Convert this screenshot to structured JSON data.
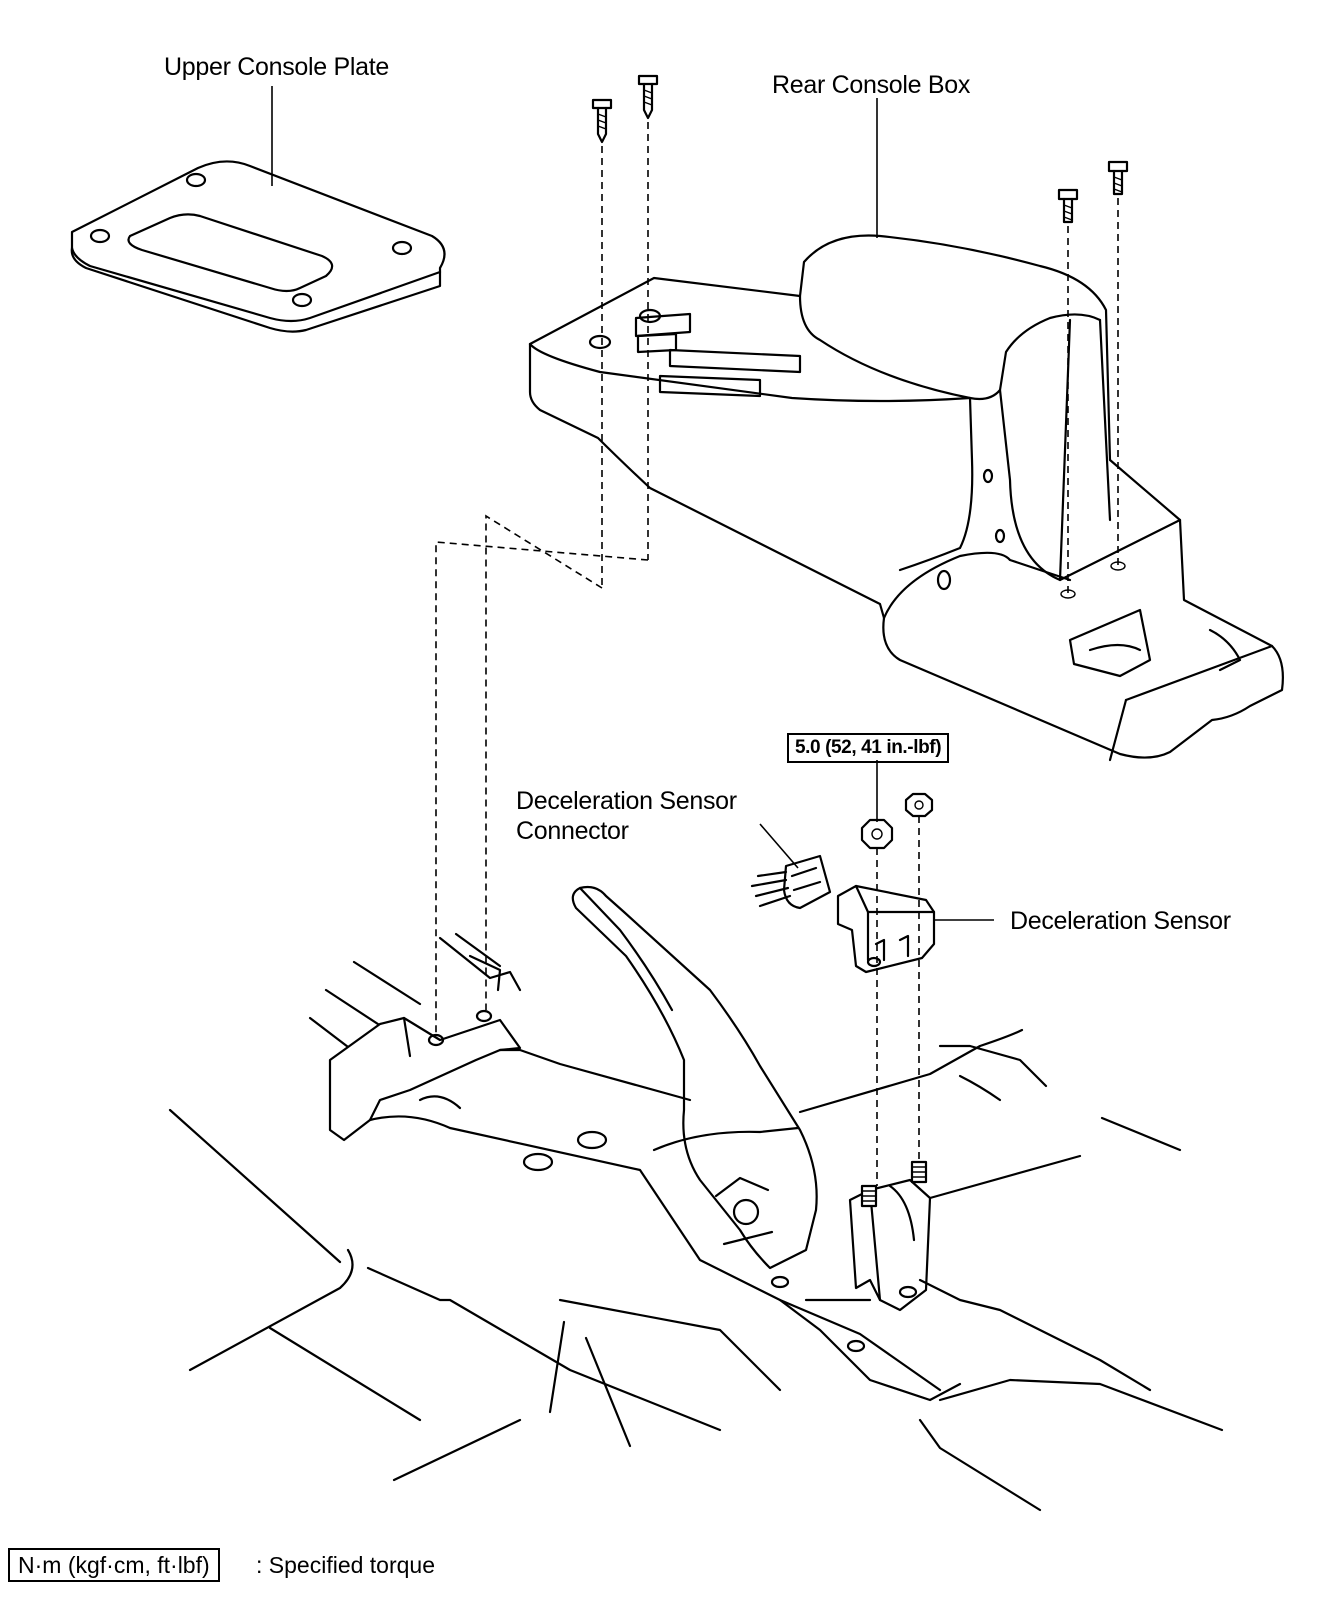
{
  "labels": {
    "upper_console_plate": "Upper Console Plate",
    "rear_console_box": "Rear Console Box",
    "decel_sensor_connector_line1": "Deceleration Sensor",
    "decel_sensor_connector_line2": "Connector",
    "decel_sensor": "Deceleration Sensor"
  },
  "torque_spec": "5.0 (52, 41 in.-lbf)",
  "legend": {
    "unit_box": "N·m (kgf·cm, ft·lbf)",
    "description": ": Specified torque"
  }
}
